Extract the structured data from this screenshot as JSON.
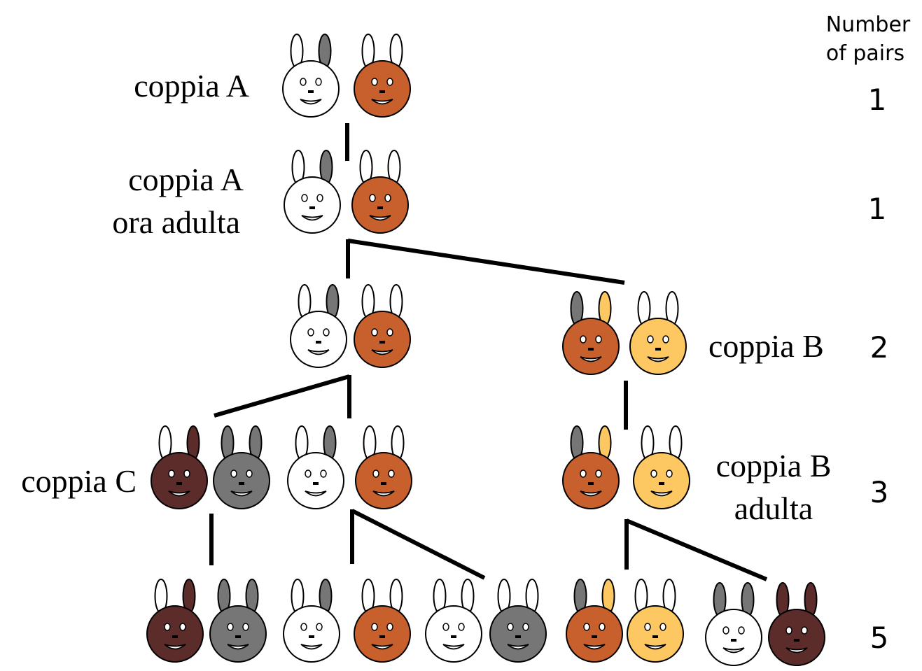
{
  "colors": {
    "white": "#ffffff",
    "tan": "#c8602e",
    "grey": "#767676",
    "yellow": "#fdc862",
    "maroon": "#5c2c2a"
  },
  "header": {
    "line1": "Number",
    "line2": "of pairs"
  },
  "generations": [
    {
      "count": "1"
    },
    {
      "count": "1"
    },
    {
      "count": "2"
    },
    {
      "count": "3"
    },
    {
      "count": "5"
    }
  ],
  "labels": {
    "pair_a": "coppia A",
    "pair_a_adult_1": "coppia A",
    "pair_a_adult_2": "ora adulta",
    "pair_b": "coppia B",
    "pair_b_adult_1": "coppia B",
    "pair_b_adult_2": "adulta",
    "pair_c": "coppia C"
  },
  "rabbits": [
    {
      "gen": 0,
      "body": "white",
      "ears": [
        "white",
        "grey"
      ]
    },
    {
      "gen": 0,
      "body": "tan",
      "ears": [
        "white",
        "white"
      ]
    },
    {
      "gen": 1,
      "body": "white",
      "ears": [
        "white",
        "grey"
      ]
    },
    {
      "gen": 1,
      "body": "tan",
      "ears": [
        "white",
        "white"
      ]
    },
    {
      "gen": 2,
      "body": "white",
      "ears": [
        "white",
        "grey"
      ]
    },
    {
      "gen": 2,
      "body": "tan",
      "ears": [
        "white",
        "white"
      ]
    },
    {
      "gen": 2,
      "body": "tan",
      "ears": [
        "grey",
        "yellow"
      ]
    },
    {
      "gen": 2,
      "body": "yellow",
      "ears": [
        "white",
        "white"
      ]
    },
    {
      "gen": 3,
      "body": "maroon",
      "ears": [
        "white",
        "maroon"
      ]
    },
    {
      "gen": 3,
      "body": "grey",
      "ears": [
        "grey",
        "grey"
      ]
    },
    {
      "gen": 3,
      "body": "white",
      "ears": [
        "white",
        "grey"
      ]
    },
    {
      "gen": 3,
      "body": "tan",
      "ears": [
        "white",
        "white"
      ]
    },
    {
      "gen": 3,
      "body": "tan",
      "ears": [
        "grey",
        "yellow"
      ]
    },
    {
      "gen": 3,
      "body": "yellow",
      "ears": [
        "white",
        "white"
      ]
    },
    {
      "gen": 4,
      "body": "maroon",
      "ears": [
        "white",
        "maroon"
      ]
    },
    {
      "gen": 4,
      "body": "grey",
      "ears": [
        "grey",
        "grey"
      ]
    },
    {
      "gen": 4,
      "body": "white",
      "ears": [
        "white",
        "grey"
      ]
    },
    {
      "gen": 4,
      "body": "tan",
      "ears": [
        "white",
        "white"
      ]
    },
    {
      "gen": 4,
      "body": "white",
      "ears": [
        "white",
        "white"
      ]
    },
    {
      "gen": 4,
      "body": "grey",
      "ears": [
        "white",
        "white"
      ]
    },
    {
      "gen": 4,
      "body": "tan",
      "ears": [
        "grey",
        "yellow"
      ]
    },
    {
      "gen": 4,
      "body": "yellow",
      "ears": [
        "white",
        "white"
      ]
    },
    {
      "gen": 4,
      "body": "white",
      "ears": [
        "grey",
        "grey"
      ]
    },
    {
      "gen": 4,
      "body": "maroon",
      "ears": [
        "maroon",
        "maroon"
      ]
    }
  ]
}
